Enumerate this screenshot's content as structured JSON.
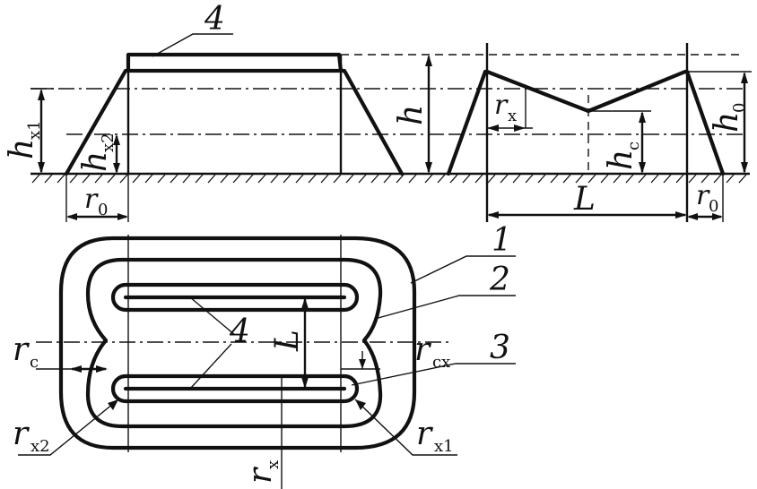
{
  "labels": {
    "num4_top": "4",
    "h_x1_main": "h",
    "h_x1_sub": "x1",
    "h_x2_main": "h",
    "h_x2_sub": "x2",
    "r0_left_main": "r",
    "r0_left_sub": "0",
    "h": "h",
    "r_x_main": "r",
    "r_x_sub": "x",
    "h_c_main": "h",
    "h_c_sub": "c",
    "L_top": "L",
    "h0_main": "h",
    "h0_sub": "0",
    "r0_right_main": "r",
    "r0_right_sub": "0",
    "num1": "1",
    "num2": "2",
    "num3": "3",
    "num4_plan": "4",
    "L_plan": "L",
    "rc_main": "r",
    "rc_sub": "c",
    "rcx_main": "r",
    "rcx_sub": "cx",
    "rx2_main": "r",
    "rx2_sub": "x2",
    "rx1_main": "r",
    "rx1_sub": "x1",
    "rx_bottom_main": "r",
    "rx_bottom_sub": "x"
  }
}
